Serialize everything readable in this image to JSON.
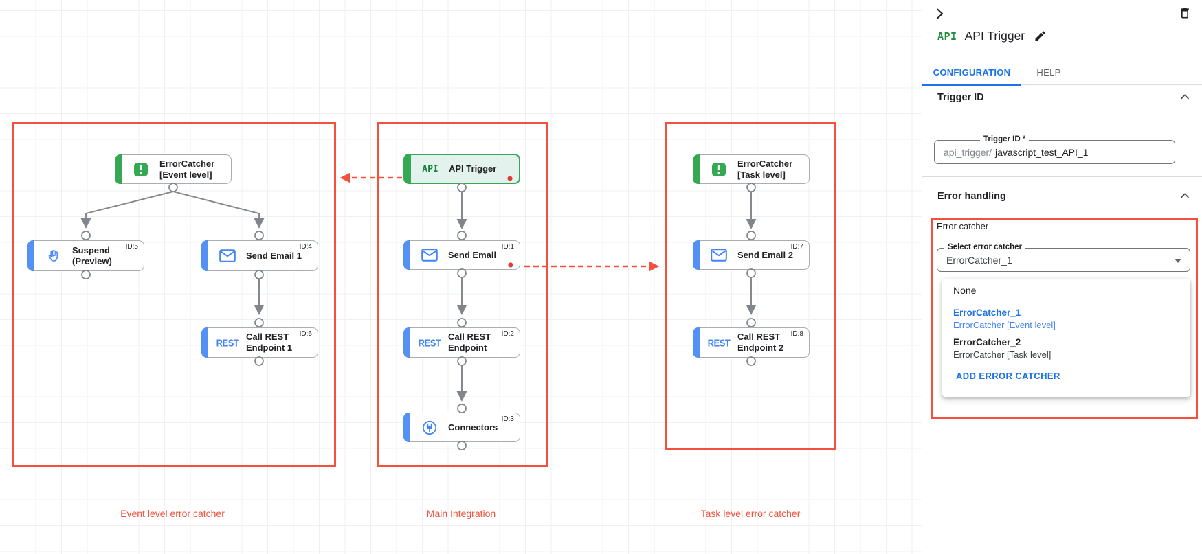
{
  "colors": {
    "accent_red": "#f4503d",
    "accent_blue": "#4285f4",
    "accent_green": "#34a853",
    "tab_blue": "#1a73e8",
    "edge_gray": "#80868b"
  },
  "canvas": {
    "groups": [
      {
        "label": "Event level error catcher"
      },
      {
        "label": "Main Integration"
      },
      {
        "label": "Task level error catcher"
      }
    ],
    "icons": {
      "api": "API",
      "rest": "REST"
    },
    "nodes": {
      "ec_event": {
        "label": "ErrorCatcher",
        "sublabel": "[Event level]",
        "icon": "error-catcher-icon"
      },
      "suspend": {
        "label": "Suspend",
        "sublabel": "(Preview)",
        "id": "ID:5",
        "icon": "hand-icon"
      },
      "send_email_1": {
        "label": "Send Email 1",
        "id": "ID:4",
        "icon": "mail-icon"
      },
      "call_rest_1": {
        "label": "Call REST",
        "sublabel": "Endpoint 1",
        "id": "ID:6",
        "icon": "rest-icon"
      },
      "api_trigger": {
        "label": "API Trigger",
        "icon": "api-icon"
      },
      "send_email": {
        "label": "Send Email",
        "id": "ID:1",
        "icon": "mail-icon"
      },
      "call_rest": {
        "label": "Call REST",
        "sublabel": "Endpoint",
        "id": "ID:2",
        "icon": "rest-icon"
      },
      "connectors": {
        "label": "Connectors",
        "id": "ID:3",
        "icon": "plug-icon"
      },
      "ec_task": {
        "label": "ErrorCatcher",
        "sublabel": "[Task level]",
        "icon": "error-catcher-icon"
      },
      "send_email_2": {
        "label": "Send Email 2",
        "id": "ID:7",
        "icon": "mail-icon"
      },
      "call_rest_2": {
        "label": "Call REST",
        "sublabel": "Endpoint 2",
        "id": "ID:8",
        "icon": "rest-icon"
      }
    }
  },
  "panel": {
    "badge": "API",
    "title": "API Trigger",
    "tabs": [
      {
        "label": "CONFIGURATION",
        "active": true
      },
      {
        "label": "HELP",
        "active": false
      }
    ],
    "trigger_id": {
      "section_label": "Trigger ID",
      "field_label": "Trigger ID *",
      "prefix": "api_trigger/",
      "value": "javascript_test_API_1"
    },
    "error_handling": {
      "section_label": "Error handling",
      "error_catcher_label": "Error catcher",
      "select_label": "Select error catcher",
      "select_value": "ErrorCatcher_1",
      "menu": {
        "none": "None",
        "options": [
          {
            "name": "ErrorCatcher_1",
            "detail": "ErrorCatcher [Event level]"
          },
          {
            "name": "ErrorCatcher_2",
            "detail": "ErrorCatcher [Task level]"
          }
        ],
        "add_button": "ADD ERROR CATCHER"
      }
    }
  }
}
